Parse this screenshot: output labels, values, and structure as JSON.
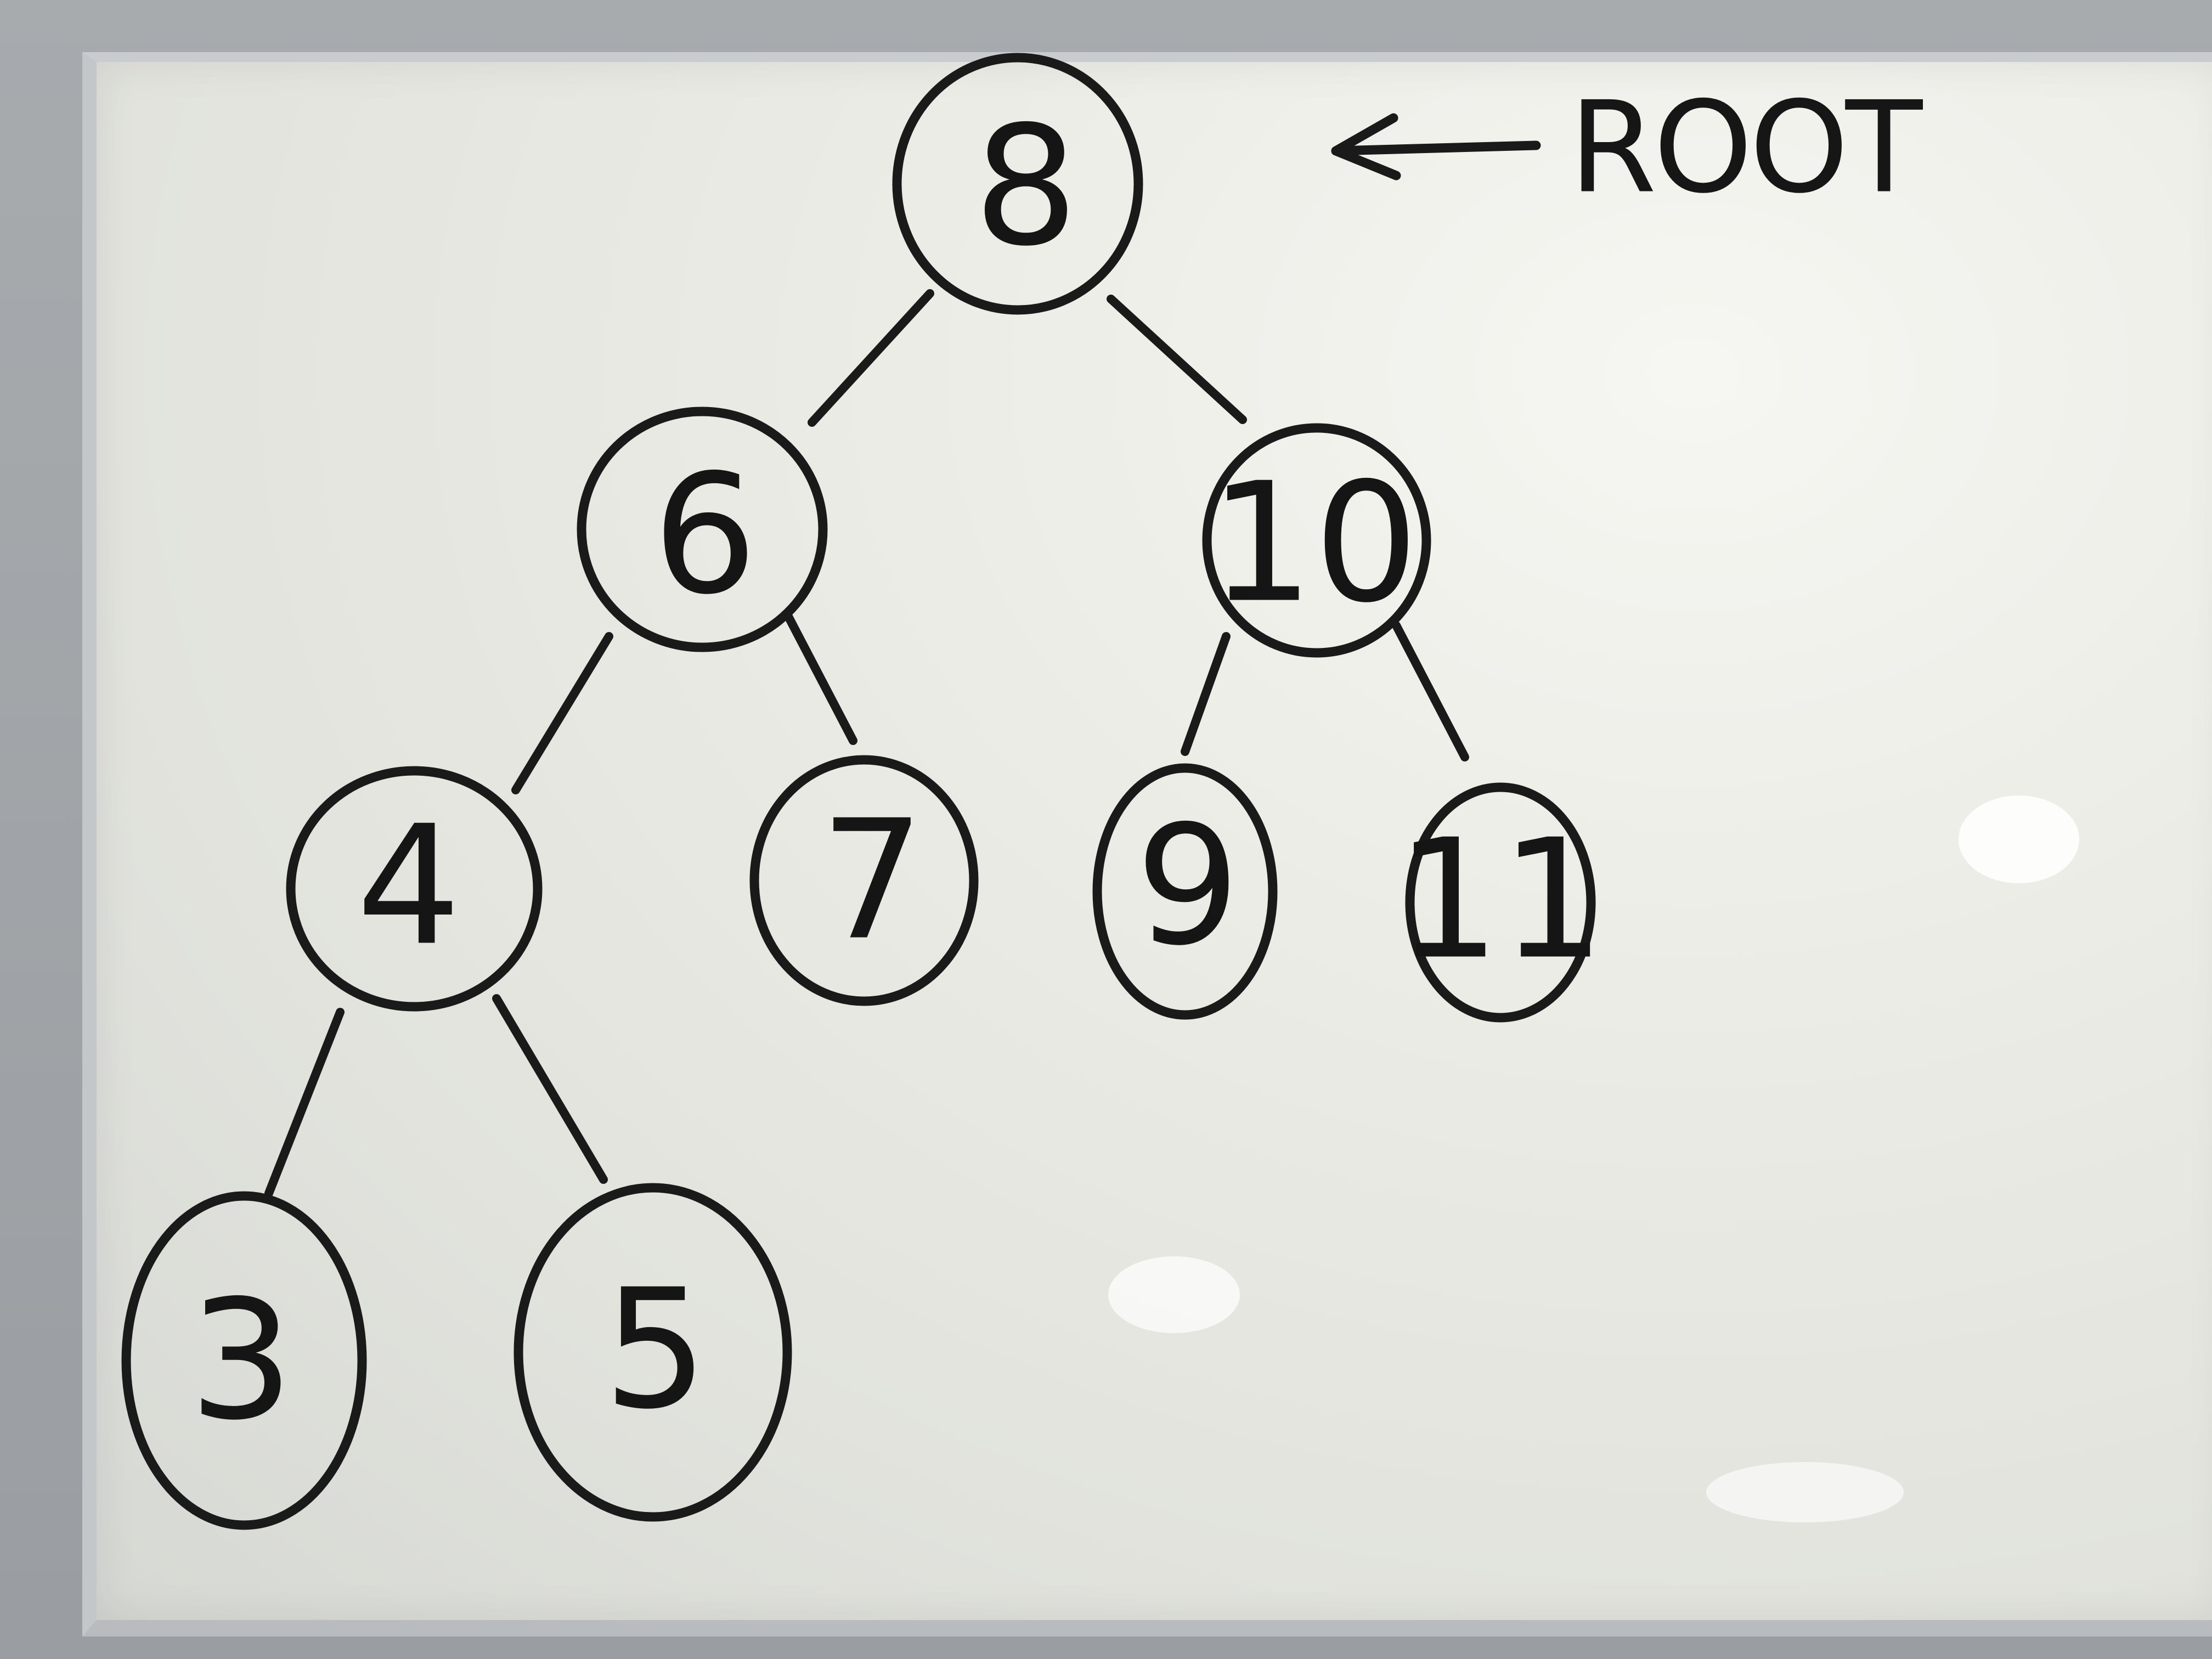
{
  "root_annotation": "ROOT",
  "nodes": [
    {
      "id": "n8",
      "label": "8"
    },
    {
      "id": "n6",
      "label": "6"
    },
    {
      "id": "n10",
      "label": "10"
    },
    {
      "id": "n4",
      "label": "4"
    },
    {
      "id": "n7",
      "label": "7"
    },
    {
      "id": "n9",
      "label": "9"
    },
    {
      "id": "n11",
      "label": "11"
    },
    {
      "id": "n3",
      "label": "3"
    },
    {
      "id": "n5",
      "label": "5"
    }
  ],
  "edges": [
    [
      "8",
      "6"
    ],
    [
      "8",
      "10"
    ],
    [
      "6",
      "4"
    ],
    [
      "6",
      "7"
    ],
    [
      "10",
      "9"
    ],
    [
      "10",
      "11"
    ],
    [
      "4",
      "3"
    ],
    [
      "4",
      "5"
    ]
  ]
}
